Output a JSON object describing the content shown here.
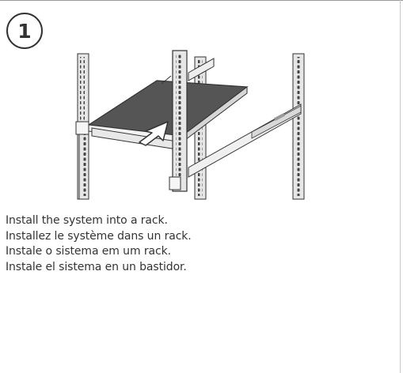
{
  "step": {
    "number": "1"
  },
  "illustration": {
    "icon": "rack-installation-illustration",
    "colors": {
      "tray": "#555555",
      "rail": "#e6e6e6",
      "outline": "#333333"
    }
  },
  "instructions": [
    "Install the system into a rack.",
    "Installez le système dans un rack.",
    "Instale o sistema em um rack.",
    "Instale el sistema en un bastidor."
  ]
}
